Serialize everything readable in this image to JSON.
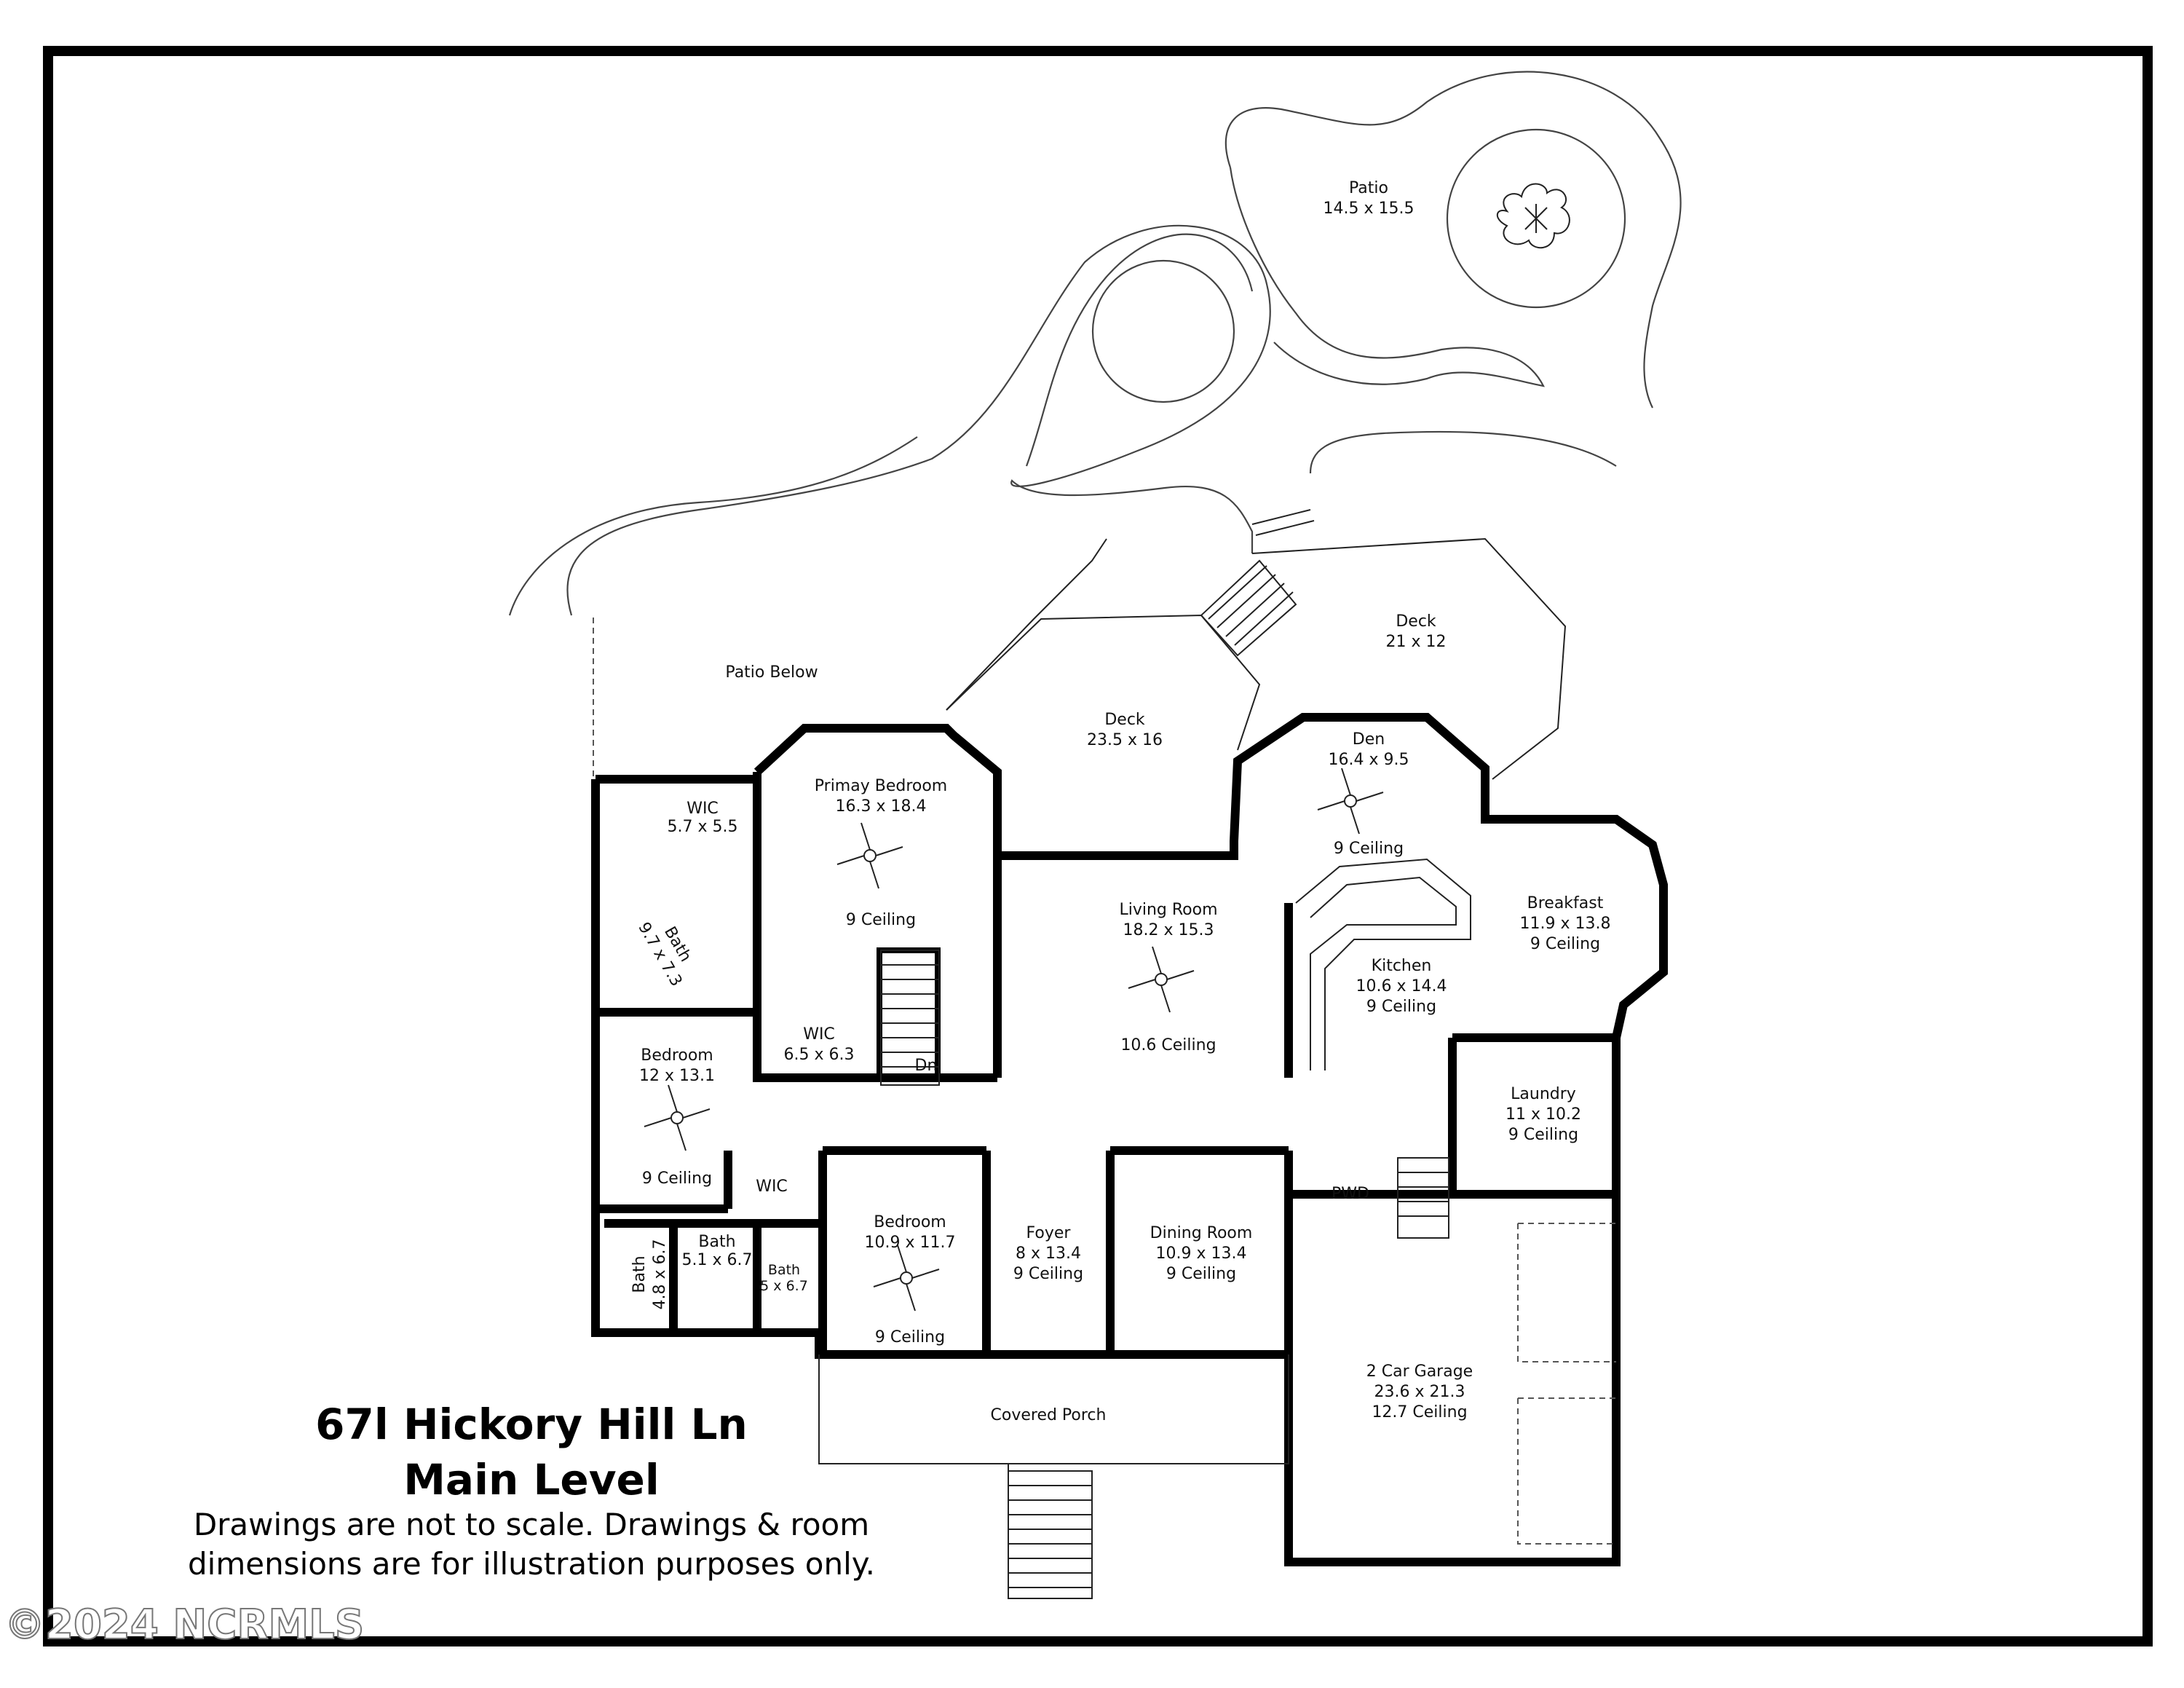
{
  "title": {
    "address": "67l Hickory Hill Ln",
    "level": "Main Level"
  },
  "disclaimer": {
    "line1": "Drawings are not to scale. Drawings & room",
    "line2": "dimensions are for illustration purposes only."
  },
  "watermark": "©2024 NCRMLS",
  "rooms": {
    "patio_upper": {
      "name": "Patio",
      "dim": "14.5 x 15.5"
    },
    "deck_right": {
      "name": "Deck",
      "dim": "21 x 12"
    },
    "patio_below": {
      "name": "Patio Below"
    },
    "deck_center": {
      "name": "Deck",
      "dim": "23.5 x 16"
    },
    "primary_bedroom": {
      "name": "Primay Bedroom",
      "dim": "16.3 x 18.4",
      "ceiling": "9 Ceiling"
    },
    "den": {
      "name": "Den",
      "dim": "16.4 x 9.5",
      "ceiling": "9 Ceiling"
    },
    "wic_primary": {
      "name": "WIC",
      "dim": "5.7 x 5.5"
    },
    "bath_primary": {
      "name": "Bath",
      "dim": "9.7 x 7.3"
    },
    "living_room": {
      "name": "Living Room",
      "dim": "18.2 x 15.3",
      "ceiling": "10.6 Ceiling"
    },
    "breakfast": {
      "name": "Breakfast",
      "dim": "11.9 x 13.8",
      "ceiling": "9 Ceiling"
    },
    "kitchen": {
      "name": "Kitchen",
      "dim": "10.6 x 14.4",
      "ceiling": "9 Ceiling"
    },
    "wic_center": {
      "name": "WIC",
      "dim": "6.5 x 6.3"
    },
    "stair_dn": {
      "name": "Dn"
    },
    "bedroom_left": {
      "name": "Bedroom",
      "dim": "12 x 13.1",
      "ceiling": "9 Ceiling"
    },
    "laundry": {
      "name": "Laundry",
      "dim": "11 x 10.2",
      "ceiling": "9 Ceiling"
    },
    "wic_small": {
      "name": "WIC"
    },
    "pwd": {
      "name": "PWD"
    },
    "bedroom_center": {
      "name": "Bedroom",
      "dim": "10.9 x 11.7",
      "ceiling": "9 Ceiling"
    },
    "foyer": {
      "name": "Foyer",
      "dim": "8 x 13.4",
      "ceiling": "9 Ceiling"
    },
    "dining_room": {
      "name": "Dining Room",
      "dim": "10.9 x 13.4",
      "ceiling": "9 Ceiling"
    },
    "bath_a": {
      "name": "Bath",
      "dim": "5.1 x 6.7"
    },
    "bath_b": {
      "name": "Bath",
      "dim": "5 x 6.7"
    },
    "bath_c": {
      "name": "Bath",
      "dim": "4.8 x 6.7"
    },
    "garage": {
      "name": "2 Car Garage",
      "dim": "23.6 x 21.3",
      "ceiling": "12.7 Ceiling"
    },
    "covered_porch": {
      "name": "Covered Porch"
    }
  }
}
